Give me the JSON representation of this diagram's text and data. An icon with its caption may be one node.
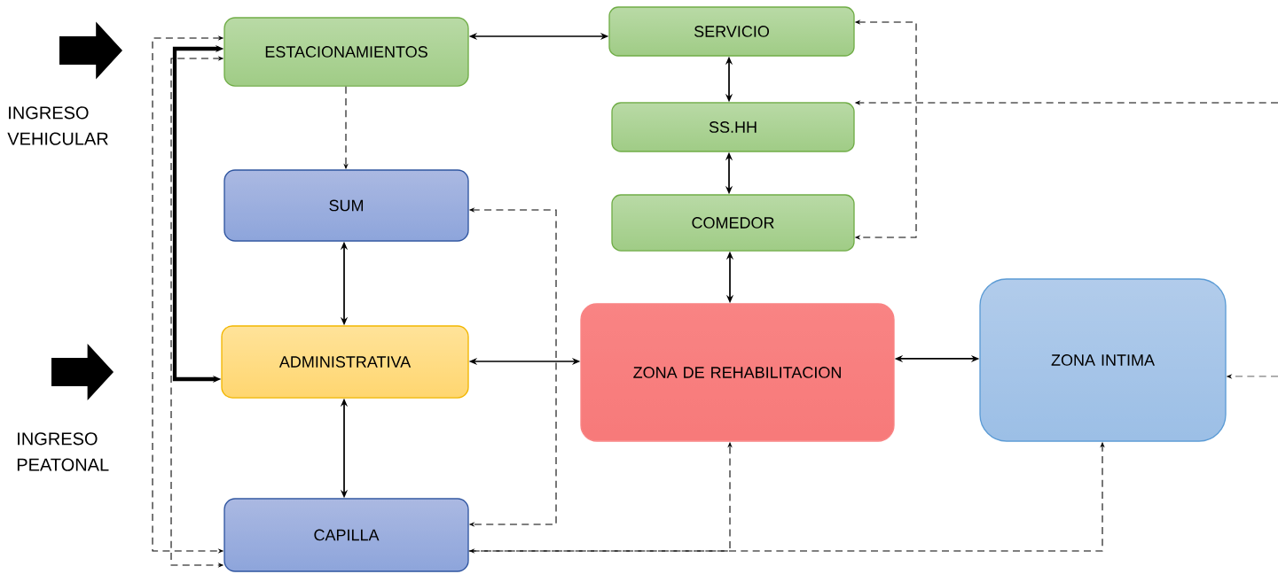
{
  "diagram": {
    "nodes": [
      {
        "text": [
          "ESTACIONAMIENTOS"
        ]
      },
      {
        "text": [
          "SERVICIO"
        ]
      },
      {
        "text": [
          "SS.HH"
        ]
      },
      {
        "text": [
          "SUM"
        ]
      },
      {
        "text": [
          "COMEDOR"
        ]
      },
      {
        "text": [
          "ADMINISTRATIVA"
        ]
      },
      {
        "text": [
          "ZONA DE REHABILITACION"
        ]
      },
      {
        "text": [
          "ZONA INTIMA"
        ]
      },
      {
        "text": [
          "CAPILLA"
        ]
      }
    ],
    "edges": [
      {
        "from": 0,
        "to": 1,
        "arrow": "both"
      },
      {
        "from": 0,
        "to": 8,
        "arrow": "both",
        "style": "dashed"
      },
      {
        "from": 0,
        "to": 8,
        "arrow": "both",
        "style": "dashed"
      },
      {
        "from": 0,
        "to": 5,
        "arrow": "both",
        "style": "thick"
      },
      {
        "from": 0,
        "to": 3,
        "arrow": "to",
        "style": "dashed"
      },
      {
        "from": 1,
        "to": 2,
        "arrow": "both"
      },
      {
        "from": 2,
        "to": 4,
        "arrow": "both"
      },
      {
        "from": 1,
        "to": 4,
        "arrow": "both",
        "style": "dashed"
      },
      {
        "from": null,
        "to": 2,
        "arrow": "to",
        "style": "dashed"
      },
      {
        "from": 3,
        "to": 5,
        "arrow": "both"
      },
      {
        "from": 3,
        "to": 8,
        "arrow": "both",
        "style": "dashed"
      },
      {
        "from": 4,
        "to": 6,
        "arrow": "both"
      },
      {
        "from": 5,
        "to": 8,
        "arrow": "both"
      },
      {
        "from": 5,
        "to": 6,
        "arrow": "both"
      },
      {
        "from": 6,
        "to": 7,
        "arrow": "both"
      },
      {
        "from": 8,
        "to": 6,
        "arrow": "both",
        "style": "dashed"
      },
      {
        "from": 8,
        "to": 7,
        "arrow": "to",
        "style": "dashed"
      },
      {
        "from": null,
        "to": 7,
        "arrow": "to",
        "style": "dashed"
      }
    ],
    "labels": [
      "INGRESO VEHICULAR",
      "INGRESO PEATONAL"
    ]
  }
}
